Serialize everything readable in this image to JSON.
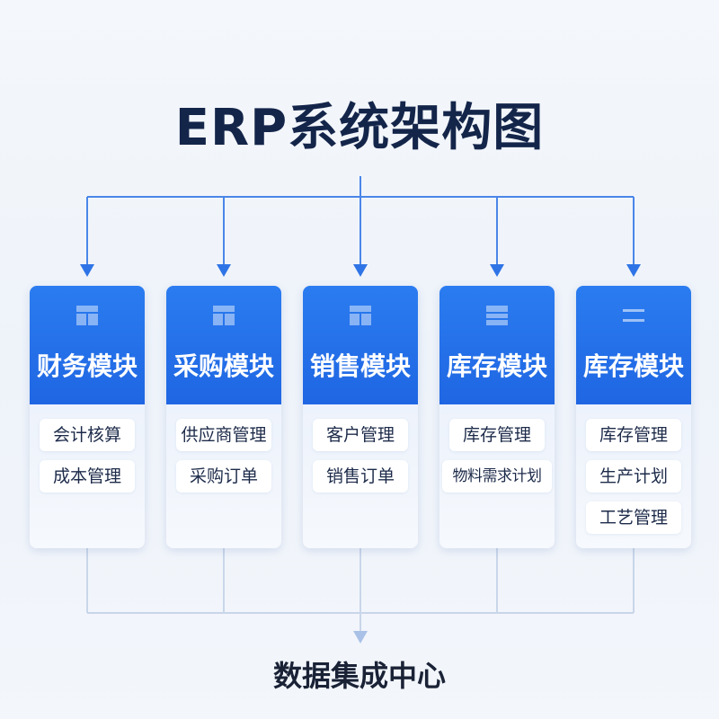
{
  "title": "ERP系统架构图",
  "modules": [
    {
      "icon": "grid-icon",
      "title": "财务模块",
      "items": [
        "会计核算",
        "成本管理"
      ]
    },
    {
      "icon": "grid-icon",
      "title": "采购模块",
      "items": [
        "供应商管理",
        "采购订单"
      ]
    },
    {
      "icon": "grid-icon",
      "title": "销售模块",
      "items": [
        "客户管理",
        "销售订单"
      ]
    },
    {
      "icon": "grid-icon",
      "title": "库存模块",
      "items": [
        "库存管理",
        "物料需求计划"
      ]
    },
    {
      "icon": "lines-icon",
      "title": "库存模块",
      "items": [
        "库存管理",
        "生产计划",
        "工艺管理"
      ]
    }
  ],
  "footer": "数据集成中心",
  "colors": {
    "accent": "#1f6fe8",
    "title": "#14254a",
    "connector": "#4a86e8"
  }
}
